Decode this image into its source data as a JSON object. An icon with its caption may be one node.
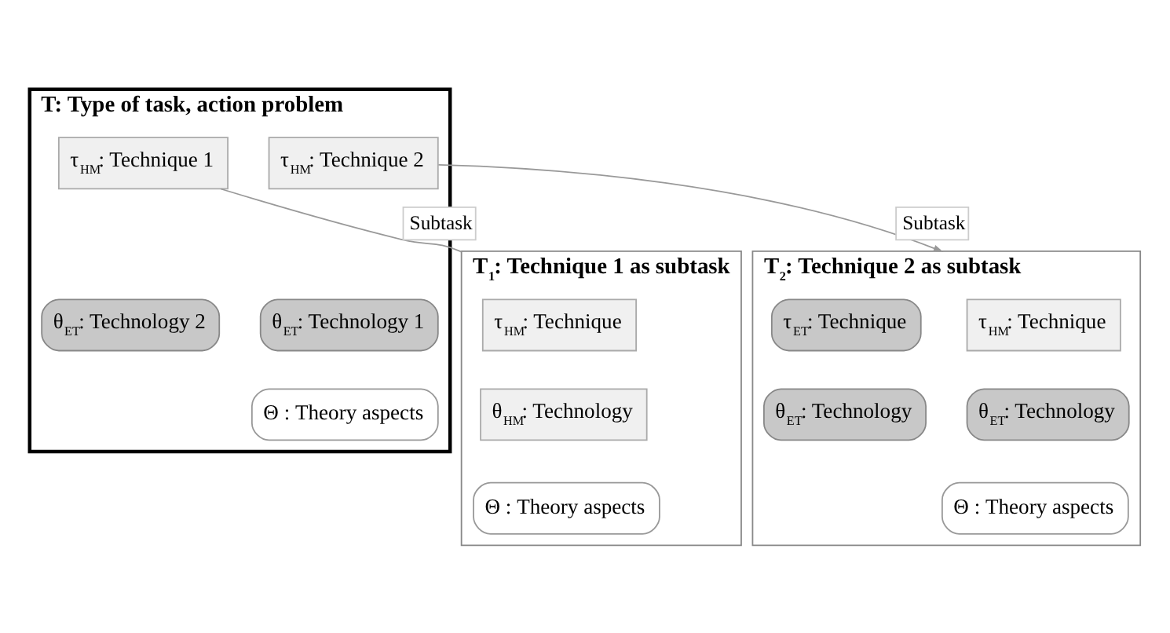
{
  "diagram": {
    "nodes": [
      {
        "text": [
          "T: Type of task, action problem"
        ]
      },
      {
        "text": [
          "τ$_{HM}$: Technique 1"
        ],
        "in": 0
      },
      {
        "text": [
          "τ$_{HM}$: Technique 2"
        ],
        "in": 0
      },
      {
        "text": [
          "θ$_{ET}$: Technology 1"
        ],
        "in": 0
      },
      {
        "text": [
          "θ$_{ET}$: Technology 2"
        ],
        "in": 0
      },
      {
        "text": [
          "Θ : Theory aspects"
        ],
        "in": 0
      },
      {
        "text": [
          "T$_{1}$: Technique 1 as subtask"
        ]
      },
      {
        "text": [
          "τ$_{HM}$: Technique"
        ],
        "in": 6
      },
      {
        "text": [
          "θ$_{HM}$: Technology"
        ],
        "in": 6
      },
      {
        "text": [
          "Θ : Theory aspects"
        ],
        "in": 6
      },
      {
        "text": [
          "T$_{2}$: Technique 2 as subtask"
        ]
      },
      {
        "text": [
          "τ$_{HM}$: Technique"
        ],
        "in": 10
      },
      {
        "text": [
          "τ$_{ET}$: Technique"
        ],
        "in": 10
      },
      {
        "text": [
          "θ$_{ET}$: Technology"
        ],
        "in": 10
      },
      {
        "text": [
          "θ$_{ET}$: Technology"
        ],
        "in": 10
      },
      {
        "text": [
          "Θ : Theory aspects"
        ],
        "in": 10
      }
    ],
    "edges": [
      {
        "from": 1,
        "to": 6,
        "label": "Subtask",
        "arrow": "none"
      },
      {
        "from": 2,
        "to": 10,
        "label": "Subtask",
        "arrow": "to"
      }
    ]
  }
}
